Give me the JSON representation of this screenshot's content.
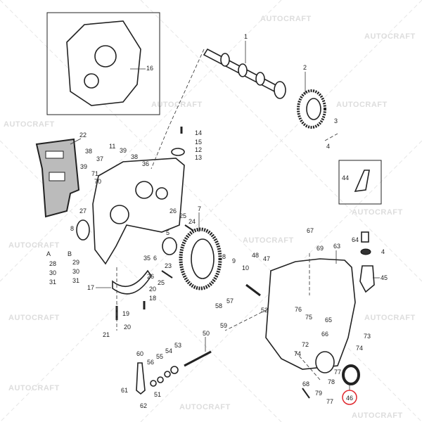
{
  "watermark": "AUTOCRAFT",
  "highlight_color": "#e0282e",
  "highlighted_part": "46",
  "inset_boxes": {
    "cover_inset_label": "16",
    "bracket_inset_label": "44"
  },
  "variant_markers": {
    "a": "A",
    "b": "B"
  },
  "labels": {
    "p16": "16",
    "p1": "1",
    "p2": "2",
    "p3": "3",
    "p4a": "4",
    "p44": "44",
    "p22": "22",
    "p11": "11",
    "p38a": "38",
    "p37": "37",
    "p39a": "39",
    "p71": "71",
    "p70": "70",
    "p39b": "39",
    "p38b": "38",
    "p36": "36",
    "p14": "14",
    "p15": "15",
    "p12": "12",
    "p13": "13",
    "p27": "27",
    "p8a": "8",
    "p26a": "26",
    "p25a": "25",
    "p24": "24",
    "p7": "7",
    "p5": "5",
    "p35": "35",
    "p6": "6",
    "p23": "23",
    "p26b": "26",
    "p25b": "25",
    "p28": "28",
    "p30a": "30",
    "p31a": "31",
    "p29": "29",
    "p30b": "30",
    "p31b": "31",
    "p17": "17",
    "p20a": "20",
    "p18": "18",
    "p19": "19",
    "p20b": "20",
    "p21": "21",
    "p67": "67",
    "p69": "69",
    "p63": "63",
    "p64": "64",
    "p4b": "4",
    "p48": "48",
    "p47": "47",
    "p8b": "8",
    "p9": "9",
    "p10": "10",
    "p45": "45",
    "p58": "58",
    "p57": "57",
    "p59": "59",
    "p52": "52",
    "p76": "76",
    "p75": "75",
    "p65": "65",
    "p66": "66",
    "p73": "73",
    "p74a": "74",
    "p72": "72",
    "p74b": "74",
    "p50": "50",
    "p60": "60",
    "p56": "56",
    "p55": "55",
    "p54": "54",
    "p53": "53",
    "p51": "51",
    "p61": "61",
    "p62": "62",
    "p77a": "77",
    "p78": "78",
    "p68": "68",
    "p79": "79",
    "p77b": "77",
    "p46": "46"
  }
}
